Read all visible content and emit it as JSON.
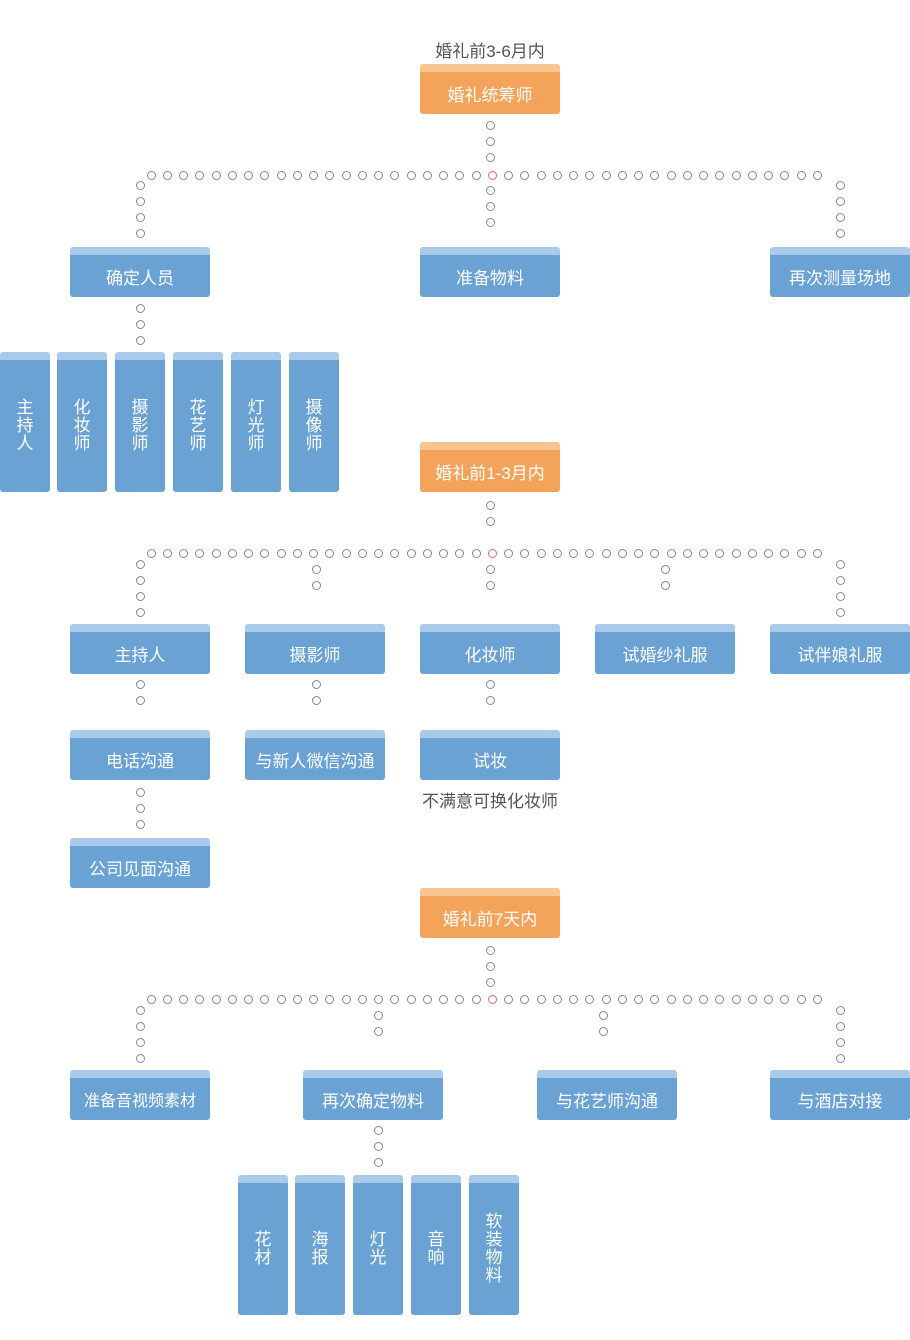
{
  "phase1": {
    "time_label": "婚礼前3-6月内",
    "coordinator": "婚礼统筹师",
    "branches": [
      "确定人员",
      "准备物料",
      "再次测量场地"
    ],
    "staff": [
      "主持人",
      "化妆师",
      "摄影师",
      "花艺师",
      "灯光师",
      "摄像师"
    ]
  },
  "phase2": {
    "title": "婚礼前1-3月内",
    "branches": [
      "主持人",
      "摄影师",
      "化妆师",
      "试婚纱礼服",
      "试伴娘礼服"
    ],
    "host_steps": [
      "电话沟通",
      "公司见面沟通"
    ],
    "photographer_step": "与新人微信沟通",
    "makeup_step": "试妆",
    "makeup_note": "不满意可换化妆师"
  },
  "phase3": {
    "title": "婚礼前7天内",
    "branches": [
      "准备音视频素材",
      "再次确定物料",
      "与花艺师沟通",
      "与酒店对接"
    ],
    "materials": [
      "花材",
      "海报",
      "灯光",
      "音响",
      "软装物料"
    ]
  },
  "colors": {
    "blue_box": "#69a2d3",
    "blue_top": "#a9cae8",
    "orange_box": "#f3a45a",
    "orange_top": "#f8c48f",
    "dot_outline": "#8a8a8a",
    "junction_dot": "#e06a6a"
  }
}
